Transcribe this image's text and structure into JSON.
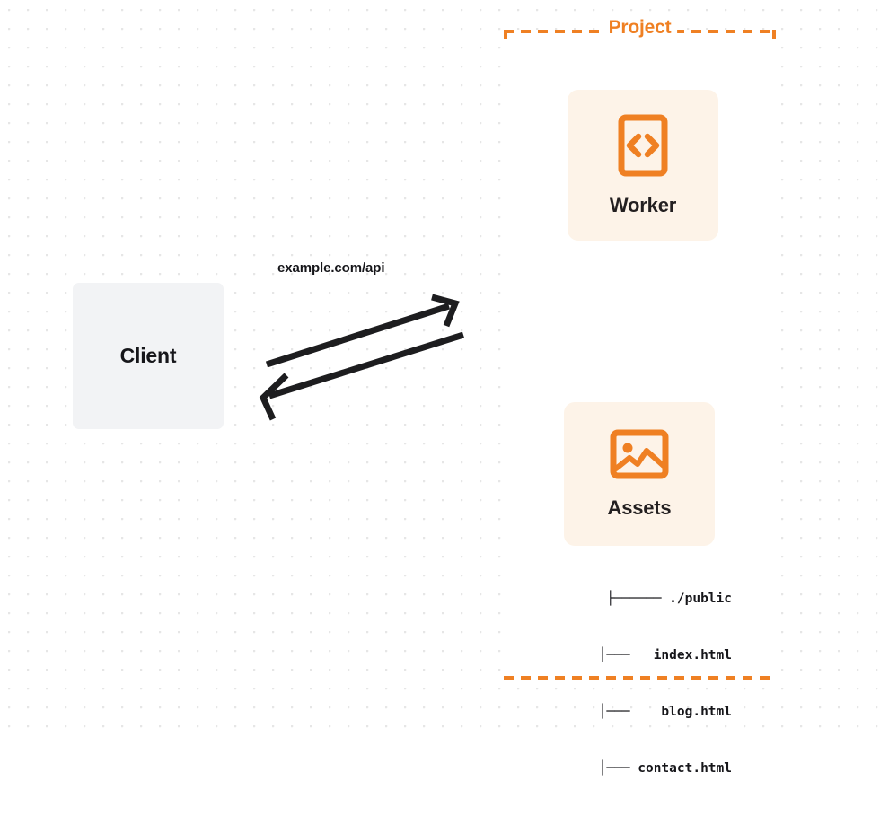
{
  "diagram": {
    "type": "architecture-diagram",
    "background": "dot-grid",
    "colors": {
      "accent_orange": "#ef8023",
      "card_background": "#fdf3e8",
      "client_background": "#f2f3f5",
      "text_dark": "#16161a",
      "dot_grid": "#e6e6e6",
      "canvas": "#ffffff"
    }
  },
  "client": {
    "label": "Client"
  },
  "connection": {
    "label": "example.com/api",
    "request_direction": "client-to-project",
    "response_direction": "project-to-client"
  },
  "project": {
    "title": "Project",
    "border_style": "dashed",
    "cards": [
      {
        "label": "Worker",
        "icon": "code-brackets-icon"
      },
      {
        "label": "Assets",
        "icon": "image-icon"
      }
    ],
    "file_tree": [
      {
        "connector": "├─────",
        "name": "./public"
      },
      {
        "connector": "│───",
        "name": "index.html"
      },
      {
        "connector": "│───",
        "name": "blog.html"
      },
      {
        "connector": "│───",
        "name": "contact.html"
      }
    ],
    "file_tree_lines": [
      "├────── ./public",
      "│───   index.html",
      "│───    blog.html",
      "│─── contact.html"
    ]
  }
}
